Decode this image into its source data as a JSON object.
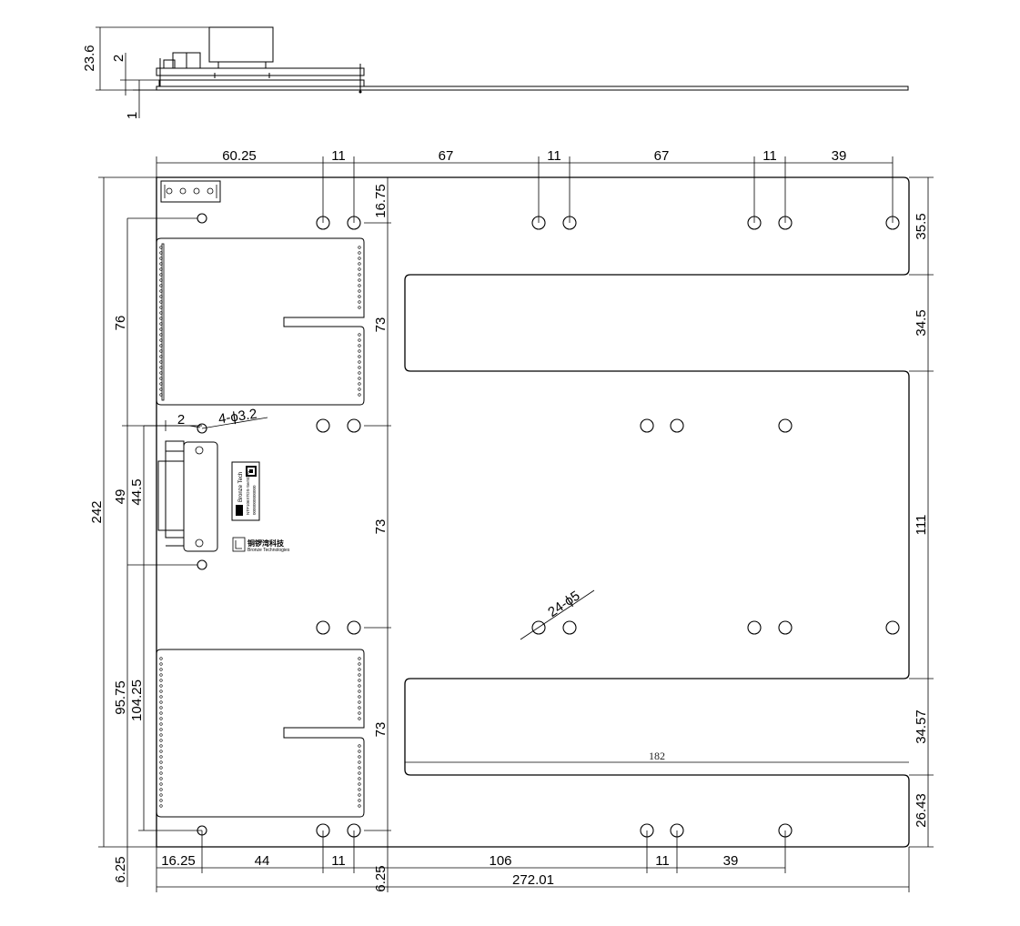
{
  "side_view": {
    "dims": {
      "height": "23.6",
      "upper": "2",
      "lower": "1"
    }
  },
  "top_dims": [
    "60.25",
    "11",
    "67",
    "11",
    "67",
    "11",
    "39"
  ],
  "right_dims": [
    "35.5",
    "34.5",
    "111",
    "34.57",
    "26.43"
  ],
  "right_hole_offset": "16.75",
  "left_dims": {
    "overall": "242",
    "upper": "76",
    "connector_outer": "49",
    "connector_inner": "44.5",
    "lower_outer": "104.25",
    "lower_inner": "95.75",
    "bottom": "6.25"
  },
  "center_dims": [
    "73",
    "73",
    "73"
  ],
  "bottom_dims": [
    "16.25",
    "44",
    "11",
    "106",
    "11",
    "39"
  ],
  "bottom_total": "272.01",
  "bottom_offset": "6.25",
  "slot_width": "182",
  "holes_small": "4-ϕ3.2",
  "holes_large": "24-ϕ5",
  "gap_dim": "2",
  "label": {
    "brand": "Bronze Tech",
    "part": "NTP106XTDS-SerSDAV",
    "serial": "0000000000000",
    "company_cn": "铜锣湾科技",
    "company_en": "Bronze Technologies"
  }
}
